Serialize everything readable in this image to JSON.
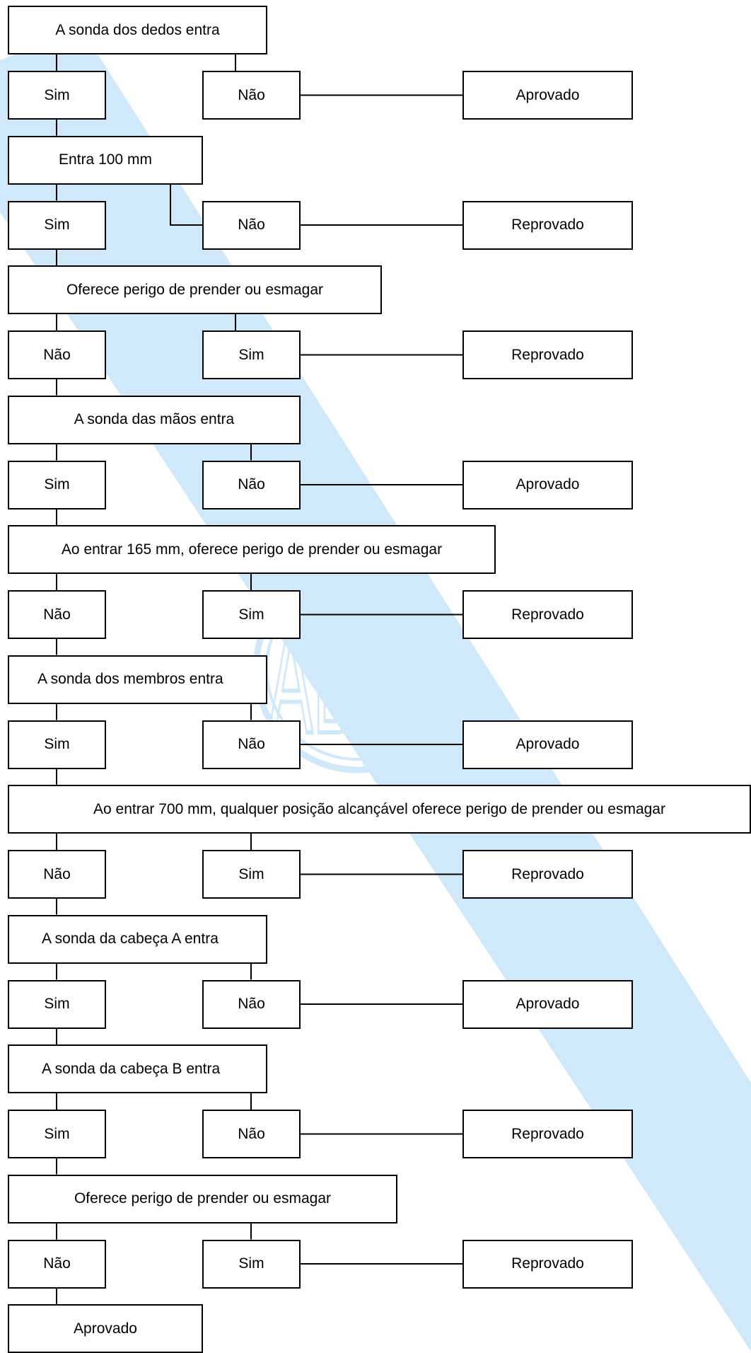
{
  "watermark": {
    "letters": "ABNT",
    "stripe_color": "#cfe9fb",
    "logo_color": "#cfe9fb"
  },
  "flowchart": {
    "steps": [
      {
        "condition": "A sonda dos dedos entra",
        "left": "Sim",
        "middle": "Não",
        "outcome": "Aprovado"
      },
      {
        "condition": "Entra 100 mm",
        "left": "Sim",
        "middle": "Não",
        "outcome": "Reprovado"
      },
      {
        "condition": "Oferece perigo de prender ou esmagar",
        "left": "Não",
        "middle": "Sim",
        "outcome": "Reprovado"
      },
      {
        "condition": "A sonda das mãos entra",
        "left": "Sim",
        "middle": "Não",
        "outcome": "Aprovado"
      },
      {
        "condition": "Ao entrar 165 mm, oferece perigo de prender ou esmagar",
        "left": "Não",
        "middle": "Sim",
        "outcome": "Reprovado"
      },
      {
        "condition": "A sonda dos membros entra",
        "left": "Sim",
        "middle": "Não",
        "outcome": "Aprovado"
      },
      {
        "condition": "Ao entrar 700 mm, qualquer posição alcançável oferece perigo de prender ou esmagar",
        "left": "Não",
        "middle": "Sim",
        "outcome": "Reprovado"
      },
      {
        "condition": "A sonda da cabeça A entra",
        "left": "Sim",
        "middle": "Não",
        "outcome": "Aprovado"
      },
      {
        "condition": "A sonda da cabeça B entra",
        "left": "Sim",
        "middle": "Não",
        "outcome": "Reprovado"
      },
      {
        "condition": "Oferece perigo de prender ou esmagar",
        "left": "Não",
        "middle": "Sim",
        "outcome": "Reprovado"
      }
    ],
    "final": "Aprovado"
  }
}
